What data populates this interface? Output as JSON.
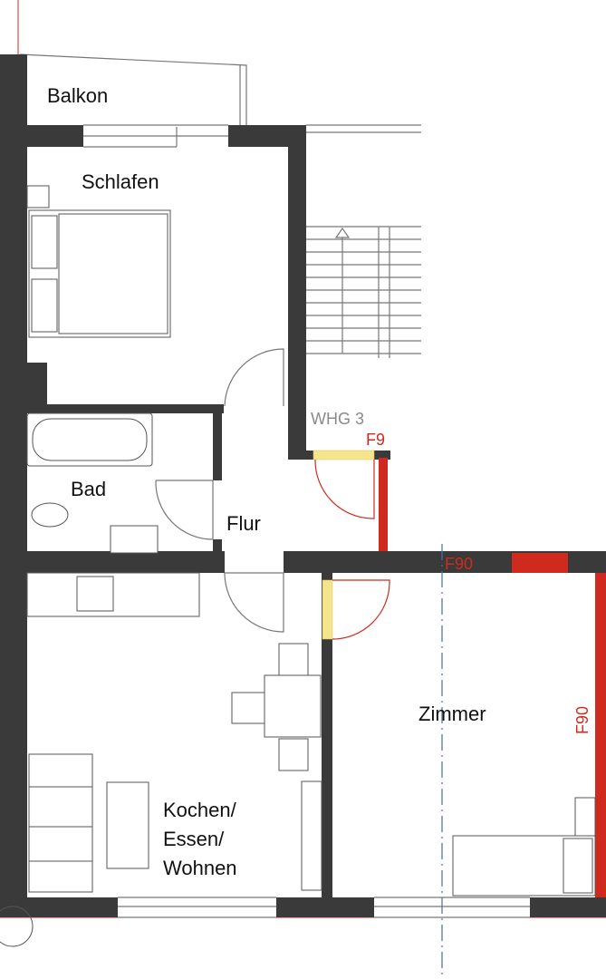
{
  "plan": {
    "rooms": {
      "balkon": "Balkon",
      "schlafen": "Schlafen",
      "bad": "Bad",
      "flur": "Flur",
      "zimmer": "Zimmer",
      "kochen_1": "Kochen/",
      "kochen_2": "Essen/",
      "kochen_3": "Wohnen"
    },
    "unit_label": "WHG 3",
    "fire_labels": {
      "door_partial": "F9",
      "wall_horizontal": "F90",
      "wall_vertical": "F90"
    },
    "colors": {
      "wall": "#3a3a3a",
      "fire_wall": "#d02a1e",
      "door_frame": "#f5e58a",
      "axis": "#4a6fa5"
    }
  }
}
